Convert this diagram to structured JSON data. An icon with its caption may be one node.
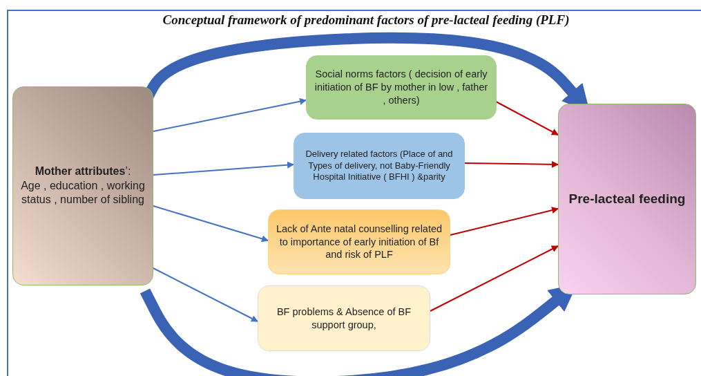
{
  "diagram": {
    "title": "Conceptual framework of predominant factors of pre-lacteal feeding (PLF)",
    "nodes": [
      {
        "text": [
          "**Mother attributes**’:",
          "Age , education , working status , number of sibling"
        ]
      },
      {
        "text": [
          "Social norms factors ( decision of early initiation of BF by mother in low , father , others)"
        ]
      },
      {
        "text": [
          "Delivery related factors (Place of and Types of delivery, not Baby-Friendly Hospital Initiative ( BFHI ) &parity"
        ]
      },
      {
        "text": [
          "Lack of Ante natal counselling related to importance of early initiation of Bf and risk of PLF"
        ]
      },
      {
        "text": [
          "BF problems & Absence of BF support group,"
        ]
      },
      {
        "text": [
          "Pre-lacteal feeding"
        ]
      }
    ],
    "edges": [
      {
        "from": 0,
        "to": 1,
        "arrow": "to"
      },
      {
        "from": 0,
        "to": 2,
        "arrow": "to"
      },
      {
        "from": 0,
        "to": 3,
        "arrow": "to"
      },
      {
        "from": 0,
        "to": 4,
        "arrow": "to"
      },
      {
        "from": 1,
        "to": 5,
        "arrow": "to",
        "color": "#c00000"
      },
      {
        "from": 2,
        "to": 5,
        "arrow": "to",
        "color": "#c00000"
      },
      {
        "from": 3,
        "to": 5,
        "arrow": "to",
        "color": "#c00000"
      },
      {
        "from": 4,
        "to": 5,
        "arrow": "to",
        "color": "#c00000"
      },
      {
        "from": 0,
        "to": 5,
        "arrow": "to",
        "style": "thick"
      },
      {
        "from": 0,
        "to": 5,
        "arrow": "to",
        "style": "thick"
      }
    ]
  }
}
